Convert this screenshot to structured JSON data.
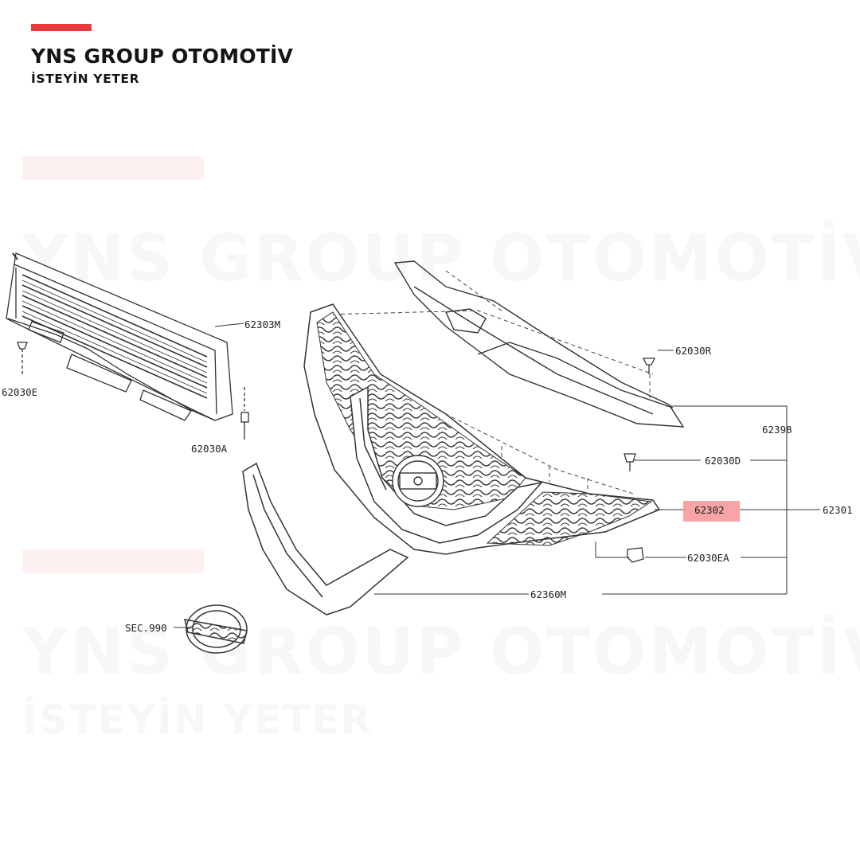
{
  "brand": {
    "title": "YNS GROUP OTOMOTİV",
    "subtitle": "İSTEYİN YETER",
    "accent_color": "#e53b3b"
  },
  "watermark": {
    "title": "YNS GROUP OTOMOTİV",
    "subtitle": "İSTEYİN YETER"
  },
  "diagram": {
    "parts": {
      "p62303m": "62303M",
      "p62030e": "62030E",
      "p62030a": "62030A",
      "p62030r": "62030R",
      "p62398": "62398",
      "p62030d": "62030D",
      "p62302": "62302",
      "p62301": "62301",
      "p62030ea": "62030EA",
      "p62360m": "62360M",
      "sec990": "SEC.990"
    },
    "highlight_color": "#f59a9a"
  }
}
